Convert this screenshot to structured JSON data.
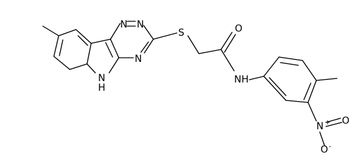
{
  "molecule": {
    "atoms": {
      "n_triazine_top_left": "N",
      "n_triazine_top_right": "N",
      "n_triazine_bottom": "N",
      "s_thioether": "S",
      "o_carbonyl": "O",
      "nh_indole": "N",
      "h_indole": "H",
      "nh_amide": "NH",
      "n_nitro": "N",
      "n_nitro_charge": "+",
      "o_nitro_top": "O",
      "o_nitro_bottom": "O",
      "o_nitro_bottom_charge": "-"
    },
    "colors": {
      "bond": "#000000",
      "label": "#000000",
      "background": "#ffffff"
    }
  }
}
